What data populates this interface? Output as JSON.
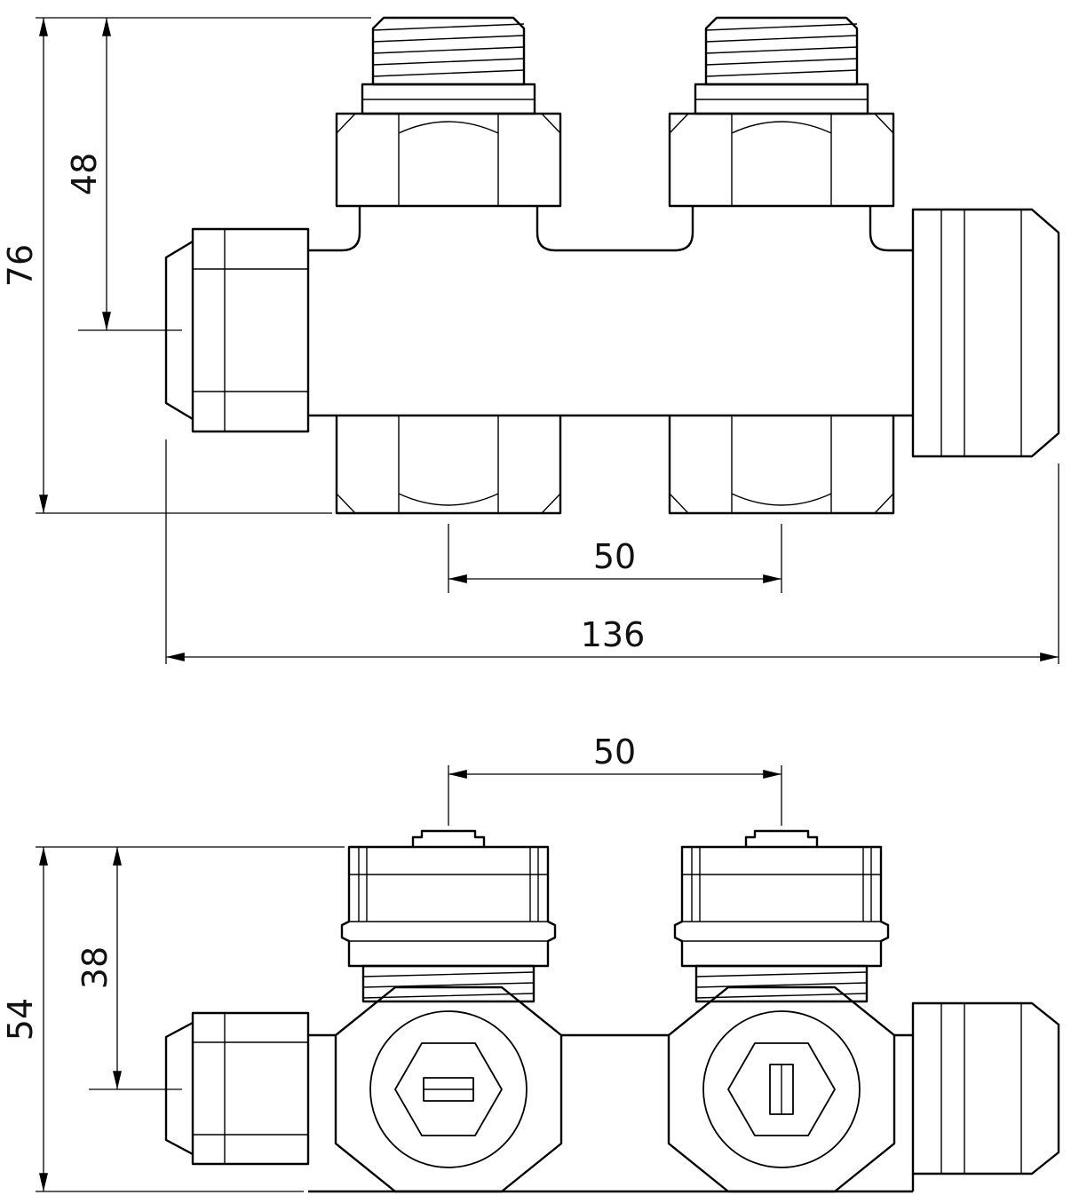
{
  "drawing": {
    "background": "#ffffff",
    "line_color": "#000000",
    "top_view": {
      "overall_height": "76",
      "height_to_axis": "48",
      "port_spacing": "50",
      "overall_width": "136"
    },
    "front_view": {
      "port_spacing": "50",
      "overall_height": "54",
      "height_to_axis": "38"
    }
  }
}
